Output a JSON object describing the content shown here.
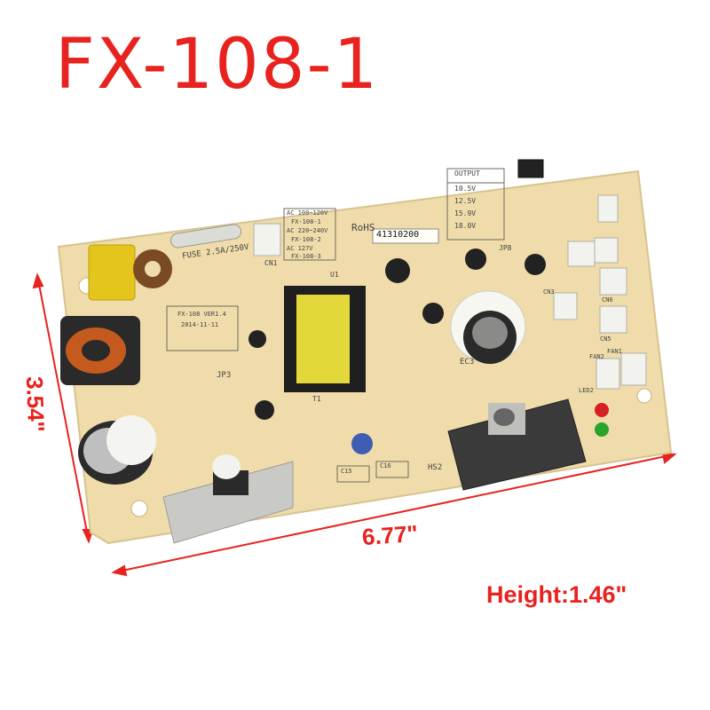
{
  "title": "FX-108-1",
  "dimensions": {
    "width": "6.77\"",
    "depth": "3.54\"",
    "height": "Height:1.46\""
  },
  "board": {
    "serial": "41310200",
    "rohs": "RoHS",
    "fuse": "FUSE 2.5A/250V",
    "voltage_table": {
      "header": "OUTPUT",
      "rows": [
        "10.5V",
        "12.5V",
        "15.9V",
        "18.0V"
      ]
    },
    "ac_labels": [
      "AC 100~120V",
      "FX-108-1",
      "AC 220~240V",
      "FX-108-2",
      "AC 127V",
      "FX-108-3"
    ],
    "silk_info": [
      "FX-108 VER1.4",
      "2014-11-11"
    ],
    "refs": [
      "CN1",
      "U1",
      "JP3",
      "JP8",
      "EC3",
      "HS2",
      "C15",
      "C16",
      "LED2",
      "FAN1",
      "FAN2",
      "CN3",
      "CN5",
      "CN6",
      "T1"
    ]
  },
  "colors": {
    "accent": "#e8221e",
    "pcb": "#efdcaa",
    "heatsink": "#c9c9c6"
  }
}
